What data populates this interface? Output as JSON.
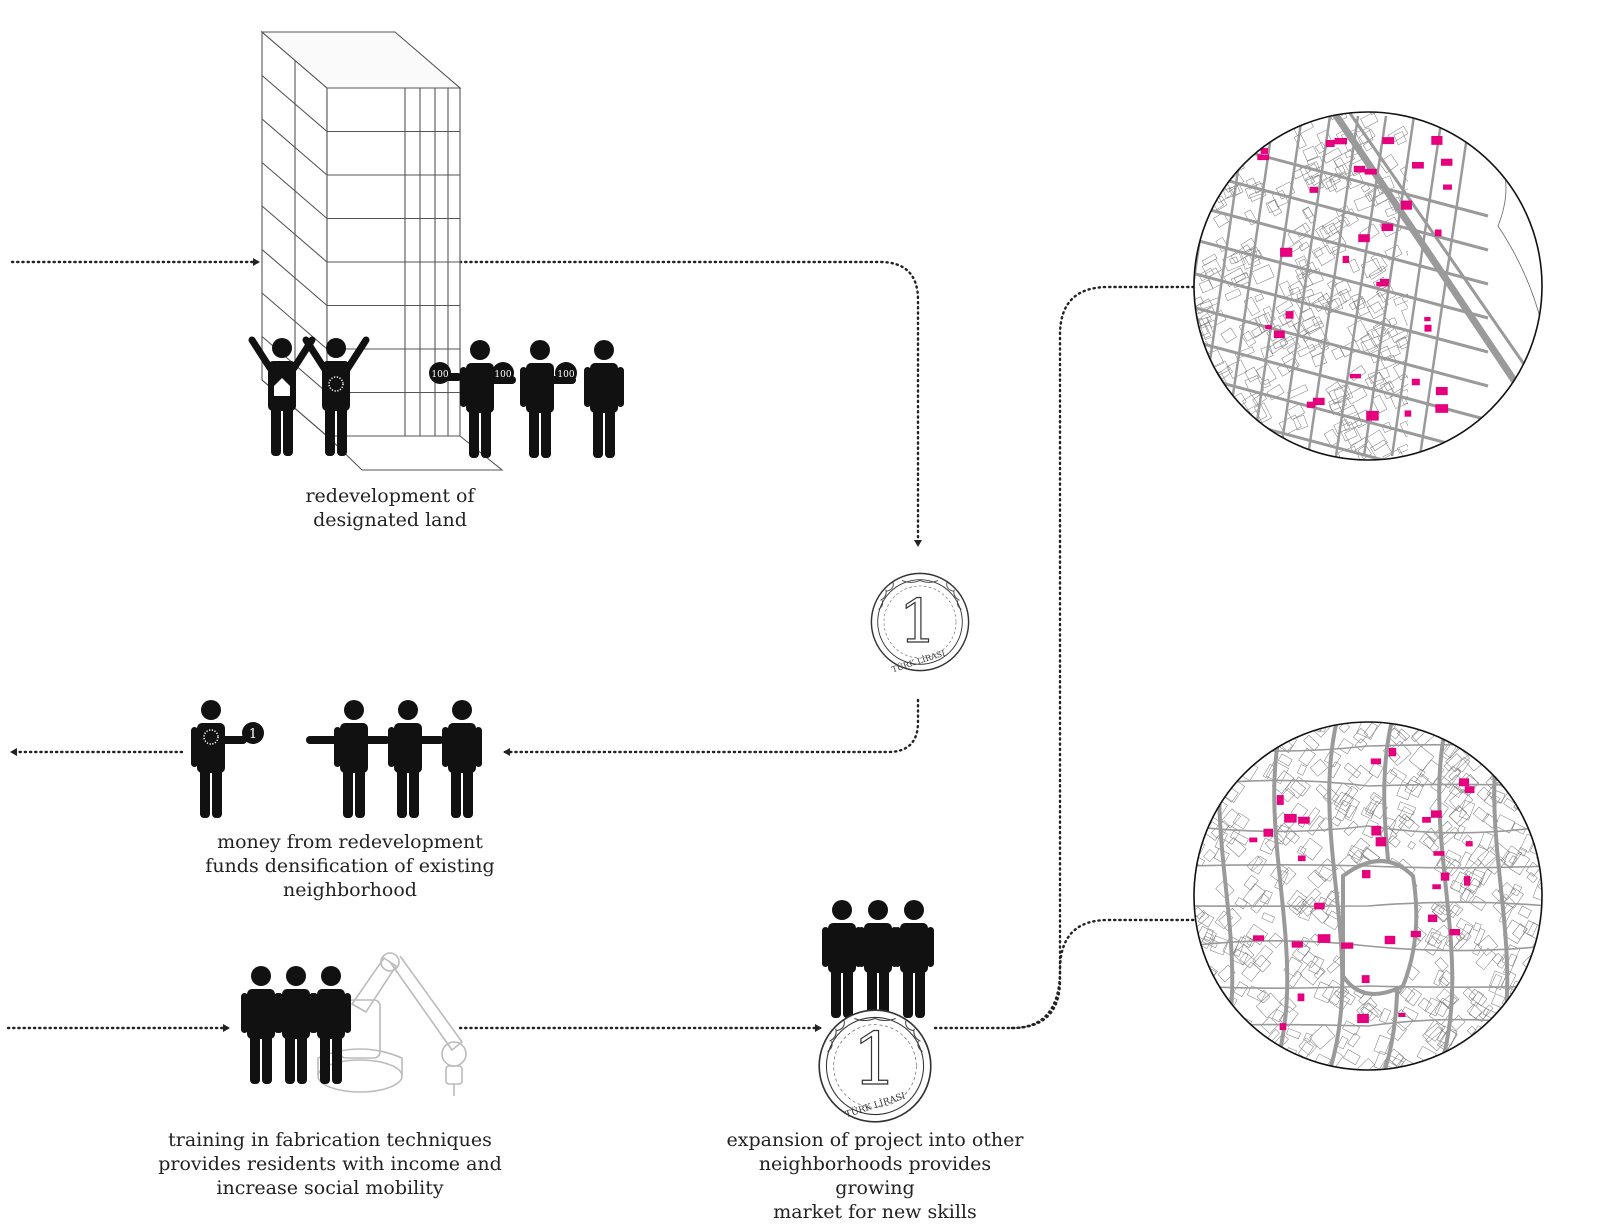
{
  "captions": {
    "redevelopment": [
      "redevelopment of",
      "designated land"
    ],
    "money": [
      "money from redevelopment",
      "funds densification of existing",
      "neighborhood"
    ],
    "training": [
      "training in fabrication techniques",
      "provides residents with income and",
      "increase social mobility"
    ],
    "expansion": [
      "expansion of project into other",
      "neighborhoods provides growing",
      "market for new skills"
    ]
  },
  "coin": {
    "numeral": "1",
    "text": "TÜRK LİRASI"
  },
  "badges": {
    "hundred": "100",
    "one": "1"
  },
  "colors": {
    "highlight": "#e6007e",
    "ink": "#111111",
    "line": "#222222",
    "street": "#9a9a9a"
  },
  "icons": [
    "dotted-arrow",
    "person-icon",
    "building",
    "robot-arm",
    "coin",
    "map-circle"
  ]
}
